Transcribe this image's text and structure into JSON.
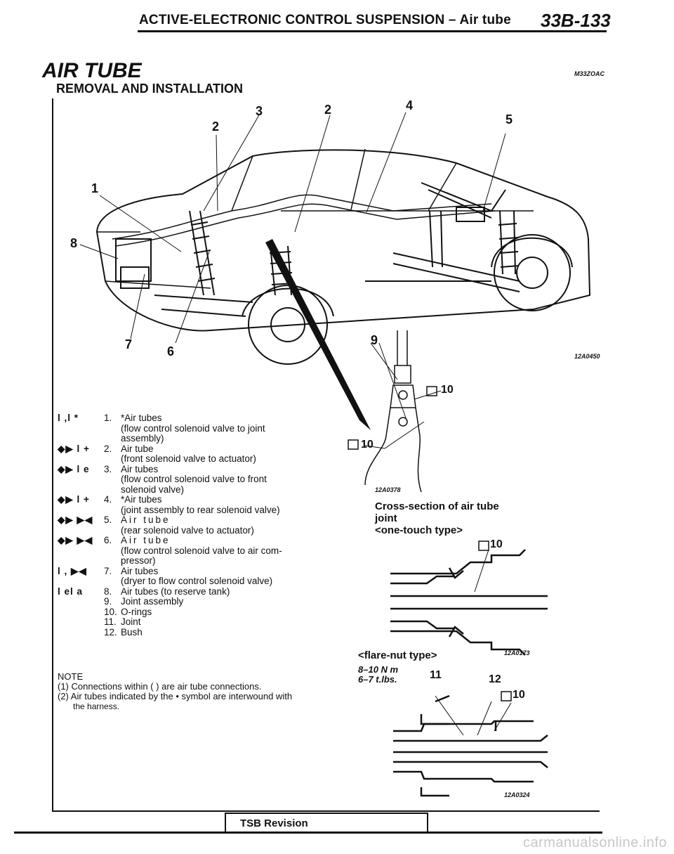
{
  "header": {
    "section": "ACTIVE-ELECTRONIC CONTROL SUSPENSION – Air tube",
    "page_number": "33B-133"
  },
  "title": "AIR TUBE",
  "subtitle": "REMOVAL AND INSTALLATION",
  "doc_code": "M33ZOAC",
  "figure_codes": {
    "car": "12A0450",
    "joint": "12A0378",
    "onetouch": "12A0173",
    "flare": "12A0324"
  },
  "callouts": [
    "1",
    "2",
    "3",
    "2",
    "4",
    "5",
    "8",
    "7",
    "6",
    "9",
    "10",
    "10"
  ],
  "parts": [
    {
      "symbols": "l ,l *",
      "number": "1.",
      "lines": [
        "*Air tubes",
        "(flow control solenoid valve to joint",
        "assembly)"
      ]
    },
    {
      "symbols": "◆▶ l +",
      "number": "2.",
      "lines": [
        "Air tube",
        "(front solenoid valve to actuator)"
      ]
    },
    {
      "symbols": "◆▶ l e",
      "number": "3.",
      "lines": [
        "Air tubes",
        "(flow control solenoid valve to front",
        "solenoid valve)"
      ]
    },
    {
      "symbols": "◆▶ l +",
      "number": "4.",
      "lines": [
        "*Air tubes",
        "(joint assembly to rear solenoid valve)"
      ]
    },
    {
      "symbols": "◆▶ ▶◀",
      "number": "5.",
      "lines": [
        "Air tube",
        "(rear solenoid valve to actuator)"
      ]
    },
    {
      "symbols": "◆▶ ▶◀",
      "number": "6.",
      "lines": [
        "Air tube",
        "(flow control solenoid valve to air com-",
        "pressor)"
      ]
    },
    {
      "symbols": "l , ▶◀",
      "number": "7.",
      "lines": [
        "Air tubes",
        "(dryer to flow control solenoid valve)"
      ]
    },
    {
      "symbols": "l el a",
      "number": "8.",
      "lines": [
        "Air tubes (to reserve tank)"
      ]
    },
    {
      "symbols": "",
      "number": "9.",
      "lines": [
        "Joint assembly"
      ]
    },
    {
      "symbols": "",
      "number": "10.",
      "lines": [
        "O-rings"
      ]
    },
    {
      "symbols": "",
      "number": "11.",
      "lines": [
        "Joint"
      ]
    },
    {
      "symbols": "",
      "number": "12.",
      "lines": [
        "Bush"
      ]
    }
  ],
  "note": {
    "label": "NOTE",
    "line1": "(1) Connections within ( ) are air tube connections.",
    "line2": "(2) Air tubes indicated by the • symbol are interwound with",
    "line3": "the harness."
  },
  "joint_caption": {
    "line1": "Cross-section of air tube",
    "line2": "joint",
    "onetouch": "<one-touch type>",
    "flare": "<flare-nut type>"
  },
  "torque": {
    "line1": "8–10 N m",
    "line2": "6–7 t.lbs."
  },
  "detail_labels": {
    "n10a": "10",
    "n10b": "10",
    "n10c": "10",
    "n11": "11",
    "n12": "12"
  },
  "footer": {
    "tsb": "TSB Revision"
  },
  "watermark": "carmanualsonline.info"
}
